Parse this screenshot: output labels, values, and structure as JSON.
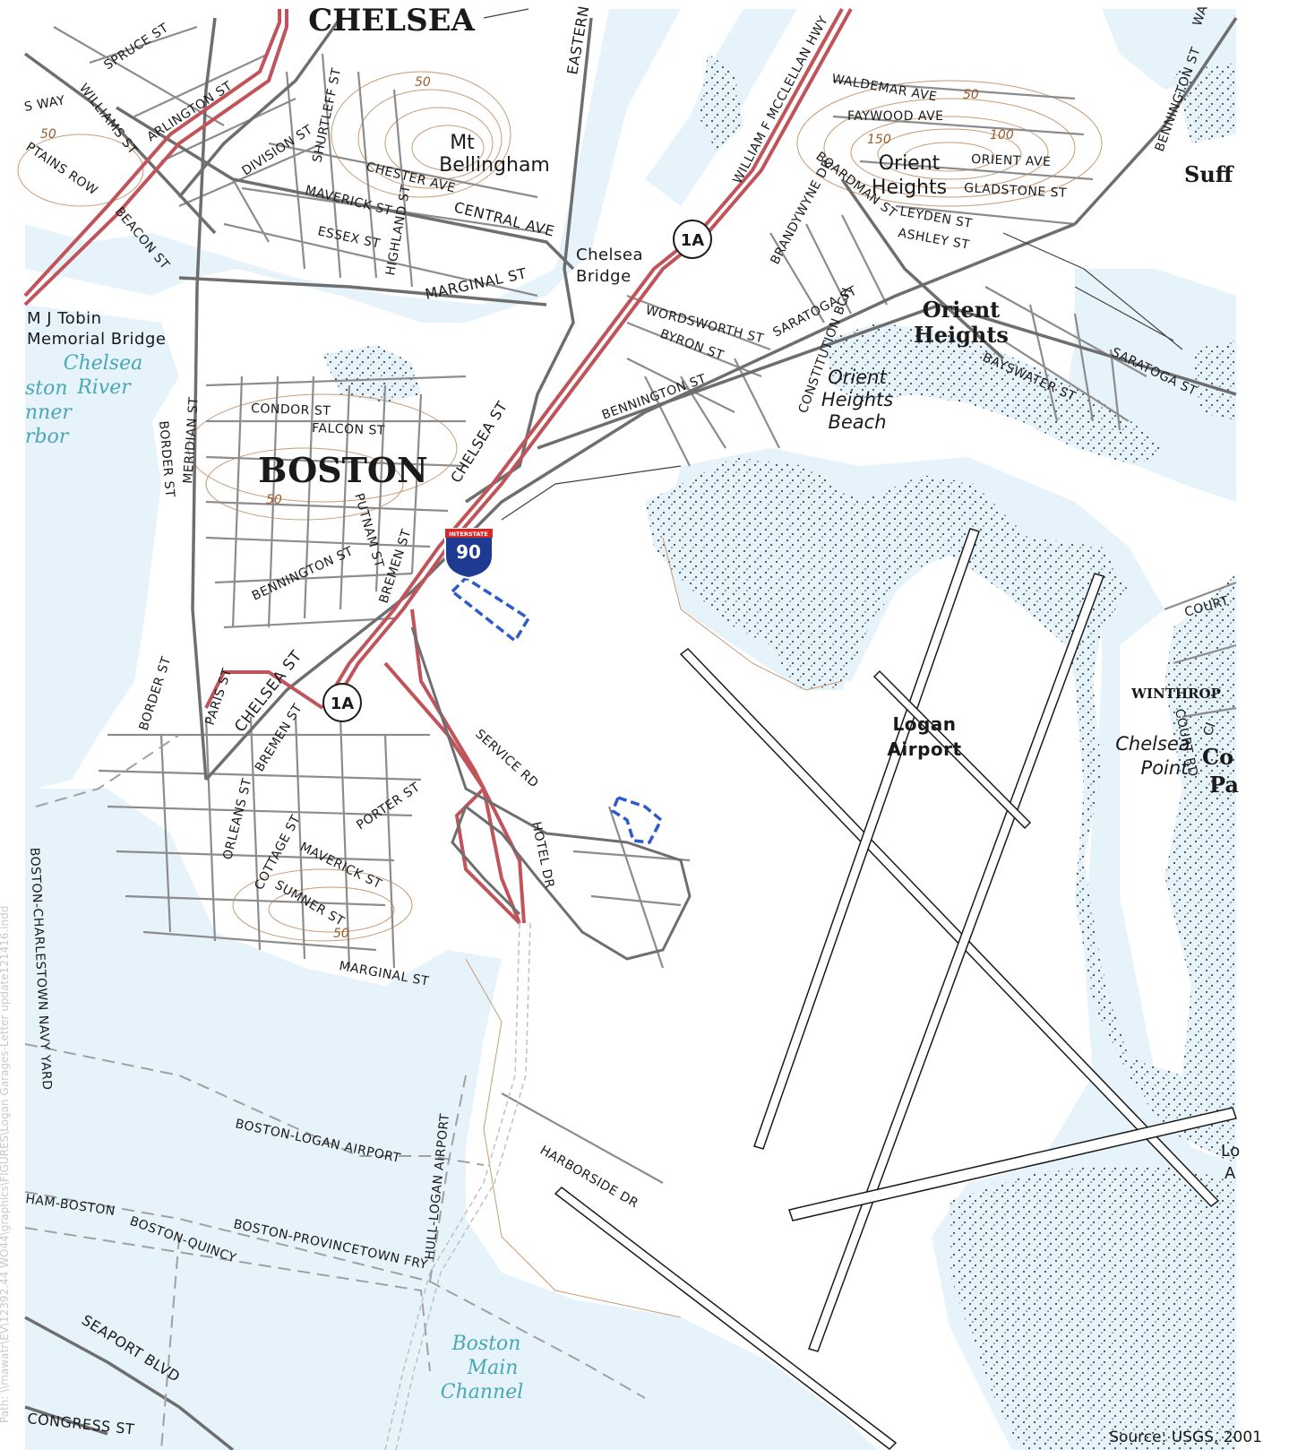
{
  "map": {
    "towns": {
      "chelsea": "CHELSEA",
      "boston": "BOSTON",
      "orient_heights": [
        "Orient",
        "Heights"
      ],
      "winthrop": "WINTHROP",
      "suffolk_partial": "Suff",
      "co_partial": "Co",
      "pa_partial": "Pa"
    },
    "places": {
      "mt_bellingham": [
        "Mt",
        "Bellingham"
      ],
      "orient_heights_hill": [
        "Orient",
        "Heights"
      ],
      "orient_heights_beach": [
        "Orient",
        "Heights",
        "Beach"
      ],
      "chelsea_bridge": [
        "Chelsea",
        "Bridge"
      ],
      "tobin_bridge": [
        "M J Tobin",
        "Memorial Bridge"
      ],
      "logan_airport": [
        "Logan",
        "Airport"
      ],
      "chelsea_point": [
        "Chelsea",
        "Point"
      ],
      "logan_right_partial": [
        "Lo",
        "A"
      ]
    },
    "water": {
      "chelsea_river": [
        "Chelsea",
        "River"
      ],
      "charlestown_partial": [
        "ston",
        "nner",
        "rbor"
      ],
      "boston_main_channel": [
        "Boston",
        "Main",
        "Channel"
      ]
    },
    "route_shields": {
      "interstate_label": "INTERSTATE",
      "interstate_number": "90",
      "state_route_top": "1A",
      "state_route_bottom": "1A"
    },
    "streets": {
      "spruce": "SPRUCE ST",
      "williams": "WILLIAMS ST",
      "arlington": "ARLINGTON ST",
      "s_way": "S WAY",
      "ptains_row": "PTAINS ROW",
      "beacon": "BEACON ST",
      "division": "DIVISION ST",
      "shurtleff": "SHURTLEFF ST",
      "chester": "CHESTER AVE",
      "maverick_chelsea": "MAVERICK ST",
      "highland": "HIGHLAND ST",
      "essex": "ESSEX ST",
      "central": "CENTRAL AVE",
      "marginal_chelsea": "MARGINAL ST",
      "eastern": "EASTERN",
      "mcclellan": "WILLIAM F MCCLELLAN HWY",
      "waldemar": "WALDEMAR AVE",
      "faywood": "FAYWOOD AVE",
      "orient_ave": "ORIENT AVE",
      "gladstone": "GLADSTONE ST",
      "boardman": "BOARDMAN ST",
      "leyden": "LEYDEN ST",
      "ashley": "ASHLEY ST",
      "brandywyne": "BRANDYWYNE DR",
      "bennington_ne": "BENNINGTON ST",
      "wa_partial": "WA",
      "wordsworth": "WORDSWORTH ST",
      "byron": "BYRON ST",
      "saratoga_w": "SARATOGA ST",
      "saratoga_e": "SARATOGA ST",
      "constitution": "CONSTITUTION BCH",
      "bayswater": "BAYSWATER ST",
      "bennington_mid": "BENNINGTON ST",
      "condor": "CONDOR ST",
      "falcon": "FALCON ST",
      "border_n": "BORDER ST",
      "meridian": "MERIDIAN ST",
      "chelsea_st_n": "CHELSEA ST",
      "putnam": "PUTNAM ST",
      "bennington_sw": "BENNINGTON ST",
      "bremen_n": "BREMEN ST",
      "border_s": "BORDER ST",
      "paris": "PARIS ST",
      "chelsea_st_s": "CHELSEA ST",
      "bremen_s": "BREMEN ST",
      "service_rd": "SERVICE RD",
      "porter": "PORTER ST",
      "orleans": "ORLEANS ST",
      "cottage": "COTTAGE ST",
      "maverick_eb": "MAVERICK ST",
      "sumner": "SUMNER ST",
      "hotel_dr": "HOTEL DR",
      "marginal_eb": "MARGINAL ST",
      "harborside": "HARBORSIDE DR",
      "seaport": "SEAPORT BLVD",
      "congress": "CONGRESS ST",
      "court": "COURT",
      "court_rd": "COURT RD",
      "ci_partial": "CI"
    },
    "ferries": {
      "navy_yard": "BOSTON-CHARLESTOWN NAVY YARD",
      "boston_logan": "BOSTON-LOGAN AIRPORT",
      "hull_logan": "HULL-LOGAN AIRPORT",
      "ham_boston": "HAM-BOSTON",
      "boston_quincy": "BOSTON-QUINCY",
      "boston_provincetown": "BOSTON-PROVINCETOWN FRY"
    },
    "contours": [
      "50",
      "50",
      "50",
      "150",
      "100",
      "50",
      "50"
    ],
    "colors": {
      "water": "#e6f3fb",
      "highway": "#c0545a",
      "road": "#808080",
      "contour": "#c99a72",
      "parking_outline": "#2e5bc7",
      "interstate_blue": "#1f3a93",
      "interstate_red": "#d42a2a"
    }
  },
  "credits": {
    "source": "Source: USGS, 2001",
    "path": "Path: \\\\mawatr\\EV\\12392.44 WO44\\graphics\\FIGURES\\Logan Garages-Letter update121416.indd"
  }
}
